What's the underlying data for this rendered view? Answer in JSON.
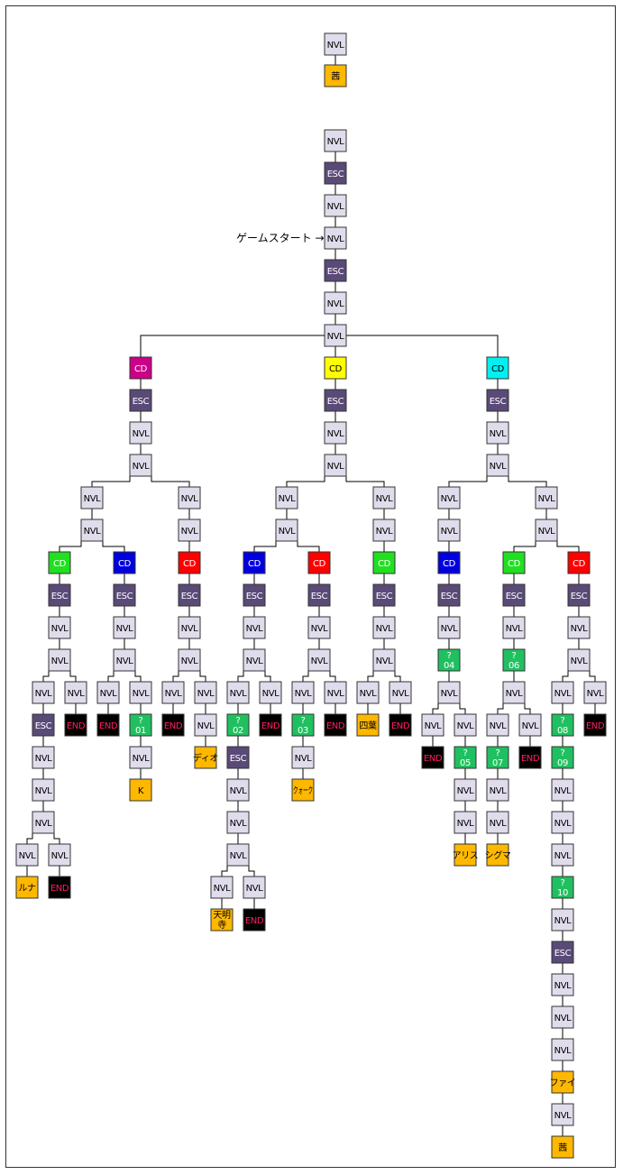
{
  "colors": {
    "NVL": "#e0dcec",
    "ESC": "#5a4a78",
    "CD_magenta": "#cc0088",
    "CD_yellow": "#ffff00",
    "CD_cyan": "#00f0f0",
    "CD_green": "#20e020",
    "CD_blue": "#0000e0",
    "CD_red": "#ff0000",
    "Q": "#20c060",
    "ED": "#ffb800",
    "END": "#000000",
    "END_text": "#ff2060",
    "border": "#333333",
    "line": "#000000"
  },
  "start_label": "ゲームスタート →",
  "nodes": [
    {
      "id": "p1",
      "t": "NVL",
      "c": "NVL"
    },
    {
      "id": "p2",
      "t": "茜",
      "c": "ED"
    },
    {
      "id": "a1",
      "t": "NVL",
      "c": "NVL"
    },
    {
      "id": "a2",
      "t": "ESC",
      "c": "ESC"
    },
    {
      "id": "a3",
      "t": "NVL",
      "c": "NVL"
    },
    {
      "id": "a4",
      "t": "NVL",
      "c": "NVL"
    },
    {
      "id": "a5",
      "t": "ESC",
      "c": "ESC"
    },
    {
      "id": "a6",
      "t": "NVL",
      "c": "NVL"
    },
    {
      "id": "a7",
      "t": "NVL",
      "c": "NVL"
    },
    {
      "id": "L1",
      "t": "CD",
      "c": "CD_magenta"
    },
    {
      "id": "L2",
      "t": "ESC",
      "c": "ESC"
    },
    {
      "id": "L3",
      "t": "NVL",
      "c": "NVL"
    },
    {
      "id": "L4",
      "t": "NVL",
      "c": "NVL"
    },
    {
      "id": "LA1",
      "t": "NVL",
      "c": "NVL"
    },
    {
      "id": "LA2",
      "t": "NVL",
      "c": "NVL"
    },
    {
      "id": "LA3",
      "t": "CD",
      "c": "CD_green"
    },
    {
      "id": "LA4",
      "t": "ESC",
      "c": "ESC"
    },
    {
      "id": "LA5",
      "t": "NVL",
      "c": "NVL"
    },
    {
      "id": "LA6",
      "t": "NVL",
      "c": "NVL"
    },
    {
      "id": "LA7",
      "t": "NVL",
      "c": "NVL"
    },
    {
      "id": "LA8",
      "t": "ESC",
      "c": "ESC"
    },
    {
      "id": "LA9",
      "t": "NVL",
      "c": "NVL"
    },
    {
      "id": "LA10",
      "t": "NVL",
      "c": "NVL"
    },
    {
      "id": "LA11",
      "t": "NVL",
      "c": "NVL"
    },
    {
      "id": "LA12",
      "t": "NVL",
      "c": "NVL"
    },
    {
      "id": "LA13",
      "t": "ルナ",
      "c": "ED"
    },
    {
      "id": "LA14",
      "t": "NVL",
      "c": "NVL"
    },
    {
      "id": "LA15",
      "t": "END",
      "c": "END"
    },
    {
      "id": "LA16",
      "t": "NVL",
      "c": "NVL"
    },
    {
      "id": "LA17",
      "t": "END",
      "c": "END"
    },
    {
      "id": "LB1",
      "t": "CD",
      "c": "CD_blue"
    },
    {
      "id": "LB2",
      "t": "ESC",
      "c": "ESC"
    },
    {
      "id": "LB3",
      "t": "NVL",
      "c": "NVL"
    },
    {
      "id": "LB4",
      "t": "NVL",
      "c": "NVL"
    },
    {
      "id": "LB5",
      "t": "NVL",
      "c": "NVL"
    },
    {
      "id": "LB6",
      "t": "END",
      "c": "END"
    },
    {
      "id": "LB7",
      "t": "NVL",
      "c": "NVL"
    },
    {
      "id": "LB8",
      "t": "?\n01",
      "c": "Q"
    },
    {
      "id": "LB9",
      "t": "NVL",
      "c": "NVL"
    },
    {
      "id": "LB10",
      "t": "K",
      "c": "ED"
    },
    {
      "id": "LC1",
      "t": "NVL",
      "c": "NVL"
    },
    {
      "id": "LC2",
      "t": "NVL",
      "c": "NVL"
    },
    {
      "id": "LC3",
      "t": "CD",
      "c": "CD_red"
    },
    {
      "id": "LC4",
      "t": "ESC",
      "c": "ESC"
    },
    {
      "id": "LC5",
      "t": "NVL",
      "c": "NVL"
    },
    {
      "id": "LC6",
      "t": "NVL",
      "c": "NVL"
    },
    {
      "id": "LC7",
      "t": "NVL",
      "c": "NVL"
    },
    {
      "id": "LC8",
      "t": "END",
      "c": "END"
    },
    {
      "id": "LC9",
      "t": "NVL",
      "c": "NVL"
    },
    {
      "id": "LC10",
      "t": "NVL",
      "c": "NVL"
    },
    {
      "id": "LC11",
      "t": "ディオ",
      "c": "ED"
    },
    {
      "id": "M1",
      "t": "CD",
      "c": "CD_yellow"
    },
    {
      "id": "M2",
      "t": "ESC",
      "c": "ESC"
    },
    {
      "id": "M3",
      "t": "NVL",
      "c": "NVL"
    },
    {
      "id": "M4",
      "t": "NVL",
      "c": "NVL"
    },
    {
      "id": "MA1",
      "t": "NVL",
      "c": "NVL"
    },
    {
      "id": "MA2",
      "t": "NVL",
      "c": "NVL"
    },
    {
      "id": "MA3",
      "t": "CD",
      "c": "CD_blue"
    },
    {
      "id": "MA4",
      "t": "ESC",
      "c": "ESC"
    },
    {
      "id": "MA5",
      "t": "NVL",
      "c": "NVL"
    },
    {
      "id": "MA6",
      "t": "NVL",
      "c": "NVL"
    },
    {
      "id": "MA7",
      "t": "NVL",
      "c": "NVL"
    },
    {
      "id": "MA8",
      "t": "?\n02",
      "c": "Q"
    },
    {
      "id": "MA9",
      "t": "ESC",
      "c": "ESC"
    },
    {
      "id": "MA10",
      "t": "NVL",
      "c": "NVL"
    },
    {
      "id": "MA11",
      "t": "NVL",
      "c": "NVL"
    },
    {
      "id": "MA12",
      "t": "NVL",
      "c": "NVL"
    },
    {
      "id": "MA13",
      "t": "NVL",
      "c": "NVL"
    },
    {
      "id": "MA14",
      "t": "天明\n寺",
      "c": "ED"
    },
    {
      "id": "MA15",
      "t": "NVL",
      "c": "NVL"
    },
    {
      "id": "MA16",
      "t": "END",
      "c": "END"
    },
    {
      "id": "MA17",
      "t": "NVL",
      "c": "NVL"
    },
    {
      "id": "MA18",
      "t": "END",
      "c": "END"
    },
    {
      "id": "MB1",
      "t": "CD",
      "c": "CD_red"
    },
    {
      "id": "MB2",
      "t": "ESC",
      "c": "ESC"
    },
    {
      "id": "MB3",
      "t": "NVL",
      "c": "NVL"
    },
    {
      "id": "MB4",
      "t": "NVL",
      "c": "NVL"
    },
    {
      "id": "MB5",
      "t": "NVL",
      "c": "NVL"
    },
    {
      "id": "MB6",
      "t": "?\n03",
      "c": "Q"
    },
    {
      "id": "MB7",
      "t": "NVL",
      "c": "NVL"
    },
    {
      "id": "MB8",
      "t": "クォーク",
      "c": "ED"
    },
    {
      "id": "MB9",
      "t": "NVL",
      "c": "NVL"
    },
    {
      "id": "MB10",
      "t": "END",
      "c": "END"
    },
    {
      "id": "MC1",
      "t": "NVL",
      "c": "NVL"
    },
    {
      "id": "MC2",
      "t": "NVL",
      "c": "NVL"
    },
    {
      "id": "MC3",
      "t": "CD",
      "c": "CD_green"
    },
    {
      "id": "MC4",
      "t": "ESC",
      "c": "ESC"
    },
    {
      "id": "MC5",
      "t": "NVL",
      "c": "NVL"
    },
    {
      "id": "MC6",
      "t": "NVL",
      "c": "NVL"
    },
    {
      "id": "MC7",
      "t": "NVL",
      "c": "NVL"
    },
    {
      "id": "MC8",
      "t": "四葉",
      "c": "ED"
    },
    {
      "id": "MC9",
      "t": "NVL",
      "c": "NVL"
    },
    {
      "id": "MC10",
      "t": "END",
      "c": "END"
    },
    {
      "id": "R1",
      "t": "CD",
      "c": "CD_cyan"
    },
    {
      "id": "R2",
      "t": "ESC",
      "c": "ESC"
    },
    {
      "id": "R3",
      "t": "NVL",
      "c": "NVL"
    },
    {
      "id": "R4",
      "t": "NVL",
      "c": "NVL"
    },
    {
      "id": "RA1",
      "t": "NVL",
      "c": "NVL"
    },
    {
      "id": "RA2",
      "t": "NVL",
      "c": "NVL"
    },
    {
      "id": "RA3",
      "t": "CD",
      "c": "CD_blue"
    },
    {
      "id": "RA4",
      "t": "ESC",
      "c": "ESC"
    },
    {
      "id": "RA5",
      "t": "NVL",
      "c": "NVL"
    },
    {
      "id": "RA6",
      "t": "?\n04",
      "c": "Q"
    },
    {
      "id": "RA7",
      "t": "NVL",
      "c": "NVL"
    },
    {
      "id": "RA8",
      "t": "NVL",
      "c": "NVL"
    },
    {
      "id": "RA9",
      "t": "END",
      "c": "END"
    },
    {
      "id": "RA10",
      "t": "NVL",
      "c": "NVL"
    },
    {
      "id": "RA11",
      "t": "?\n05",
      "c": "Q"
    },
    {
      "id": "RA12",
      "t": "NVL",
      "c": "NVL"
    },
    {
      "id": "RA13",
      "t": "NVL",
      "c": "NVL"
    },
    {
      "id": "RA14",
      "t": "アリス",
      "c": "ED"
    },
    {
      "id": "RB1",
      "t": "NVL",
      "c": "NVL"
    },
    {
      "id": "RB2",
      "t": "NVL",
      "c": "NVL"
    },
    {
      "id": "RB3",
      "t": "CD",
      "c": "CD_green"
    },
    {
      "id": "RB4",
      "t": "ESC",
      "c": "ESC"
    },
    {
      "id": "RB5",
      "t": "NVL",
      "c": "NVL"
    },
    {
      "id": "RB6",
      "t": "?\n06",
      "c": "Q"
    },
    {
      "id": "RB7",
      "t": "NVL",
      "c": "NVL"
    },
    {
      "id": "RB8",
      "t": "NVL",
      "c": "NVL"
    },
    {
      "id": "RB9",
      "t": "?\n07",
      "c": "Q"
    },
    {
      "id": "RB10",
      "t": "NVL",
      "c": "NVL"
    },
    {
      "id": "RB11",
      "t": "NVL",
      "c": "NVL"
    },
    {
      "id": "RB12",
      "t": "シグマ",
      "c": "ED"
    },
    {
      "id": "RB13",
      "t": "NVL",
      "c": "NVL"
    },
    {
      "id": "RB14",
      "t": "END",
      "c": "END"
    },
    {
      "id": "RC1",
      "t": "CD",
      "c": "CD_red"
    },
    {
      "id": "RC2",
      "t": "ESC",
      "c": "ESC"
    },
    {
      "id": "RC3",
      "t": "NVL",
      "c": "NVL"
    },
    {
      "id": "RC4",
      "t": "NVL",
      "c": "NVL"
    },
    {
      "id": "RC5",
      "t": "NVL",
      "c": "NVL"
    },
    {
      "id": "RC6",
      "t": "?\n08",
      "c": "Q"
    },
    {
      "id": "RC7",
      "t": "?\n09",
      "c": "Q"
    },
    {
      "id": "RC8",
      "t": "NVL",
      "c": "NVL"
    },
    {
      "id": "RC9",
      "t": "NVL",
      "c": "NVL"
    },
    {
      "id": "RC10",
      "t": "NVL",
      "c": "NVL"
    },
    {
      "id": "RC11",
      "t": "?\n10",
      "c": "Q"
    },
    {
      "id": "RC12",
      "t": "NVL",
      "c": "NVL"
    },
    {
      "id": "RC13",
      "t": "ESC",
      "c": "ESC"
    },
    {
      "id": "RC14",
      "t": "NVL",
      "c": "NVL"
    },
    {
      "id": "RC15",
      "t": "NVL",
      "c": "NVL"
    },
    {
      "id": "RC16",
      "t": "NVL",
      "c": "NVL"
    },
    {
      "id": "RC17",
      "t": "ファイ",
      "c": "ED"
    },
    {
      "id": "RC18",
      "t": "NVL",
      "c": "NVL"
    },
    {
      "id": "RC19",
      "t": "茜",
      "c": "ED"
    },
    {
      "id": "RC20",
      "t": "NVL",
      "c": "NVL"
    },
    {
      "id": "RC21",
      "t": "END",
      "c": "END"
    }
  ],
  "edges": [
    [
      "p1",
      "p2"
    ],
    [
      "a1",
      "a2"
    ],
    [
      "a2",
      "a3"
    ],
    [
      "a3",
      "a4"
    ],
    [
      "a4",
      "a5"
    ],
    [
      "a5",
      "a6"
    ],
    [
      "a6",
      "a7"
    ],
    [
      "a7",
      "L1"
    ],
    [
      "a7",
      "M1"
    ],
    [
      "a7",
      "R1"
    ],
    [
      "L1",
      "L2"
    ],
    [
      "L2",
      "L3"
    ],
    [
      "L3",
      "L4"
    ],
    [
      "L4",
      "LA1"
    ],
    [
      "L4",
      "LC1"
    ],
    [
      "LA1",
      "LA2"
    ],
    [
      "LA2",
      "LA3"
    ],
    [
      "LA2",
      "LB1"
    ],
    [
      "LA3",
      "LA4"
    ],
    [
      "LA4",
      "LA5"
    ],
    [
      "LA5",
      "LA6"
    ],
    [
      "LA6",
      "LA7"
    ],
    [
      "LA6",
      "LA16"
    ],
    [
      "LA7",
      "LA8"
    ],
    [
      "LA8",
      "LA9"
    ],
    [
      "LA9",
      "LA10"
    ],
    [
      "LA10",
      "LA11"
    ],
    [
      "LA11",
      "LA12"
    ],
    [
      "LA11",
      "LA14"
    ],
    [
      "LA12",
      "LA13"
    ],
    [
      "LA14",
      "LA15"
    ],
    [
      "LA16",
      "LA17"
    ],
    [
      "LB1",
      "LB2"
    ],
    [
      "LB2",
      "LB3"
    ],
    [
      "LB3",
      "LB4"
    ],
    [
      "LB4",
      "LB5"
    ],
    [
      "LB4",
      "LB7"
    ],
    [
      "LB5",
      "LB6"
    ],
    [
      "LB7",
      "LB8"
    ],
    [
      "LB8",
      "LB9"
    ],
    [
      "LB9",
      "LB10"
    ],
    [
      "LC1",
      "LC2"
    ],
    [
      "LC2",
      "LC3"
    ],
    [
      "LC3",
      "LC4"
    ],
    [
      "LC4",
      "LC5"
    ],
    [
      "LC5",
      "LC6"
    ],
    [
      "LC6",
      "LC7"
    ],
    [
      "LC6",
      "LC9"
    ],
    [
      "LC7",
      "LC8"
    ],
    [
      "LC9",
      "LC10"
    ],
    [
      "LC10",
      "LC11"
    ],
    [
      "M1",
      "M2"
    ],
    [
      "M2",
      "M3"
    ],
    [
      "M3",
      "M4"
    ],
    [
      "M4",
      "MA1"
    ],
    [
      "M4",
      "MC1"
    ],
    [
      "MA1",
      "MA2"
    ],
    [
      "MA2",
      "MA3"
    ],
    [
      "MA2",
      "MB1"
    ],
    [
      "MA3",
      "MA4"
    ],
    [
      "MA4",
      "MA5"
    ],
    [
      "MA5",
      "MA6"
    ],
    [
      "MA6",
      "MA7"
    ],
    [
      "MA6",
      "MA17"
    ],
    [
      "MA7",
      "MA8"
    ],
    [
      "MA8",
      "MA9"
    ],
    [
      "MA9",
      "MA10"
    ],
    [
      "MA10",
      "MA11"
    ],
    [
      "MA11",
      "MA12"
    ],
    [
      "MA12",
      "MA13"
    ],
    [
      "MA12",
      "MA15"
    ],
    [
      "MA13",
      "MA14"
    ],
    [
      "MA15",
      "MA16"
    ],
    [
      "MA17",
      "MA18"
    ],
    [
      "MB1",
      "MB2"
    ],
    [
      "MB2",
      "MB3"
    ],
    [
      "MB3",
      "MB4"
    ],
    [
      "MB4",
      "MB5"
    ],
    [
      "MB4",
      "MB9"
    ],
    [
      "MB5",
      "MB6"
    ],
    [
      "MB6",
      "MB7"
    ],
    [
      "MB7",
      "MB8"
    ],
    [
      "MB9",
      "MB10"
    ],
    [
      "MC1",
      "MC2"
    ],
    [
      "MC2",
      "MC3"
    ],
    [
      "MC3",
      "MC4"
    ],
    [
      "MC4",
      "MC5"
    ],
    [
      "MC5",
      "MC6"
    ],
    [
      "MC6",
      "MC7"
    ],
    [
      "MC6",
      "MC9"
    ],
    [
      "MC7",
      "MC8"
    ],
    [
      "MC9",
      "MC10"
    ],
    [
      "R1",
      "R2"
    ],
    [
      "R2",
      "R3"
    ],
    [
      "R3",
      "R4"
    ],
    [
      "R4",
      "RA1"
    ],
    [
      "R4",
      "RB1"
    ],
    [
      "RA1",
      "RA2"
    ],
    [
      "RA2",
      "RA3"
    ],
    [
      "RA3",
      "RA4"
    ],
    [
      "RA4",
      "RA5"
    ],
    [
      "RA5",
      "RA6"
    ],
    [
      "RA6",
      "RA7"
    ],
    [
      "RA7",
      "RA8"
    ],
    [
      "RA7",
      "RA10"
    ],
    [
      "RA8",
      "RA9"
    ],
    [
      "RA10",
      "RA11"
    ],
    [
      "RA11",
      "RA12"
    ],
    [
      "RA12",
      "RA13"
    ],
    [
      "RA13",
      "RA14"
    ],
    [
      "RB1",
      "RB2"
    ],
    [
      "RB2",
      "RB3"
    ],
    [
      "RB2",
      "RC1"
    ],
    [
      "RB3",
      "RB4"
    ],
    [
      "RB4",
      "RB5"
    ],
    [
      "RB5",
      "RB6"
    ],
    [
      "RB6",
      "RB7"
    ],
    [
      "RB7",
      "RB8"
    ],
    [
      "RB7",
      "RB13"
    ],
    [
      "RB8",
      "RB9"
    ],
    [
      "RB9",
      "RB10"
    ],
    [
      "RB10",
      "RB11"
    ],
    [
      "RB11",
      "RB12"
    ],
    [
      "RB13",
      "RB14"
    ],
    [
      "RC1",
      "RC2"
    ],
    [
      "RC2",
      "RC3"
    ],
    [
      "RC3",
      "RC4"
    ],
    [
      "RC4",
      "RC5"
    ],
    [
      "RC4",
      "RC20"
    ],
    [
      "RC5",
      "RC6"
    ],
    [
      "RC6",
      "RC7"
    ],
    [
      "RC7",
      "RC8"
    ],
    [
      "RC8",
      "RC9"
    ],
    [
      "RC9",
      "RC10"
    ],
    [
      "RC10",
      "RC11"
    ],
    [
      "RC11",
      "RC12"
    ],
    [
      "RC12",
      "RC13"
    ],
    [
      "RC13",
      "RC14"
    ],
    [
      "RC14",
      "RC15"
    ],
    [
      "RC15",
      "RC16"
    ],
    [
      "RC16",
      "RC17"
    ],
    [
      "RC17",
      "RC18"
    ],
    [
      "RC18",
      "RC19"
    ],
    [
      "RC20",
      "RC21"
    ]
  ]
}
